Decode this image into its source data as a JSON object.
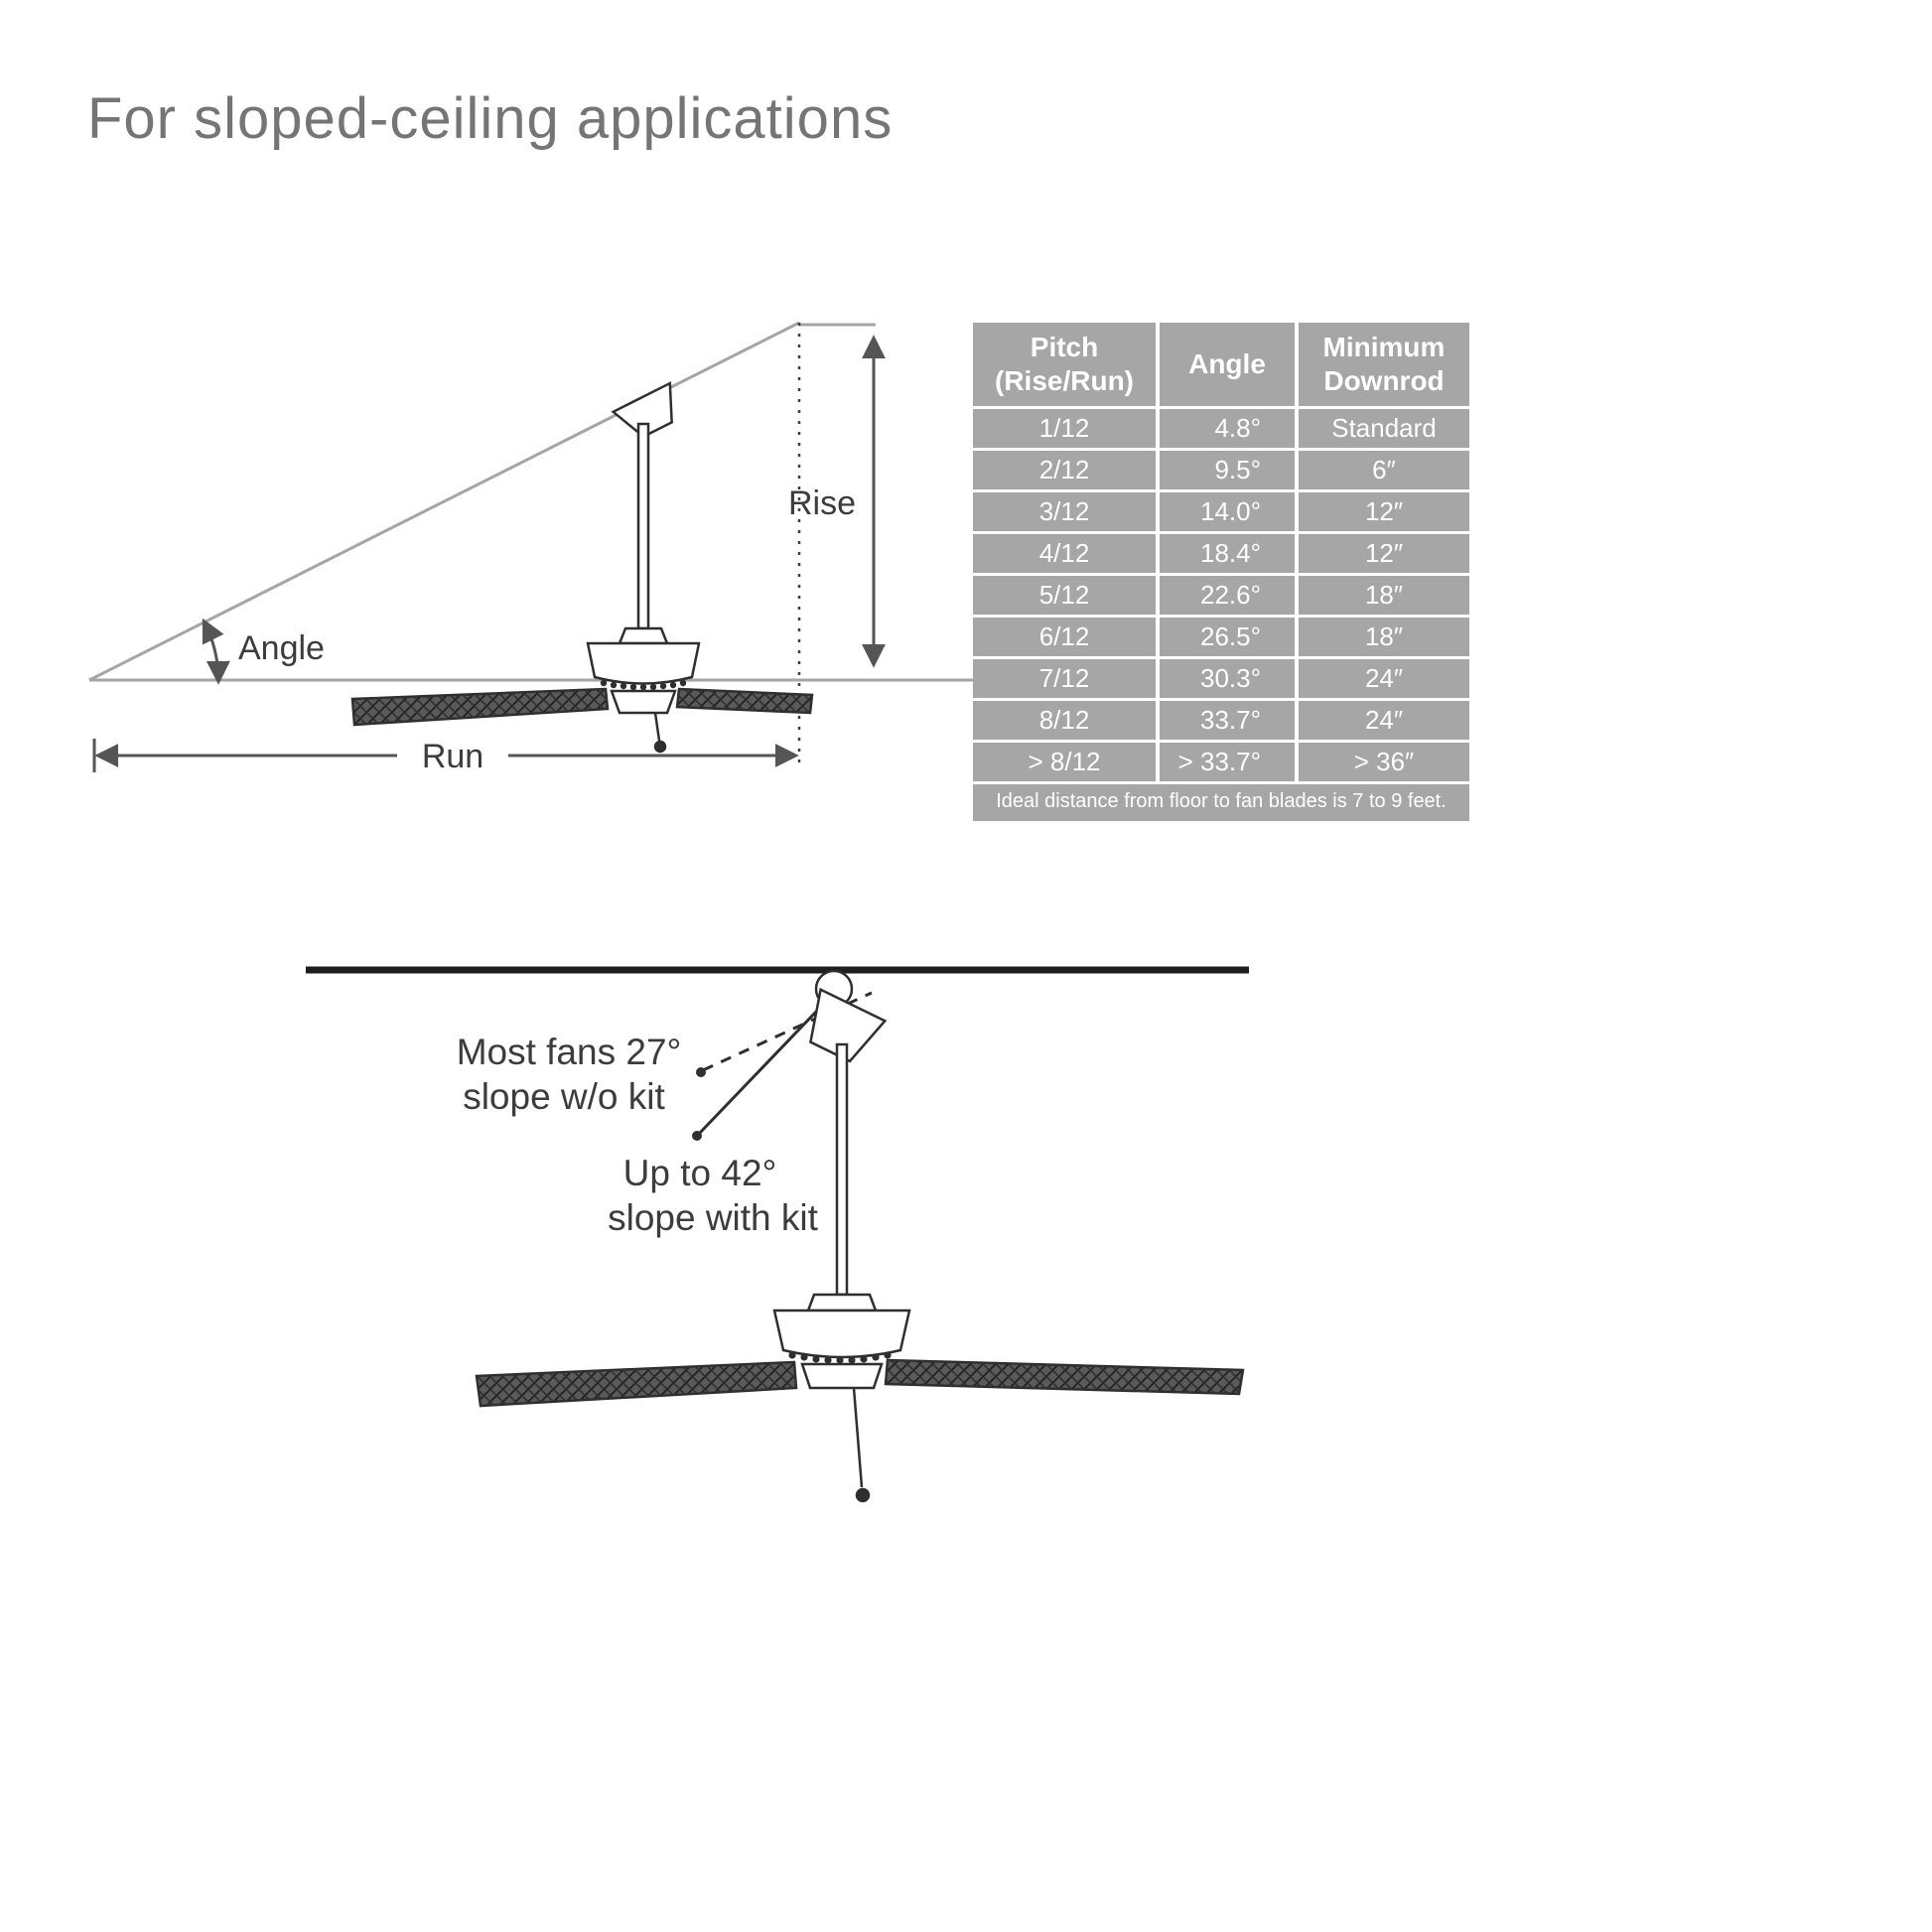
{
  "page": {
    "title": "For sloped-ceiling applications"
  },
  "top_diagram": {
    "rise_label": "Rise",
    "run_label": "Run",
    "angle_label": "Angle"
  },
  "table": {
    "header": {
      "pitch": "Pitch\n(Rise/Run)",
      "angle": "Angle",
      "downrod": "Minimum\nDownrod"
    },
    "rows": [
      {
        "pitch": "1/12",
        "angle": "4.8°",
        "downrod": "Standard"
      },
      {
        "pitch": "2/12",
        "angle": "9.5°",
        "downrod": "6″"
      },
      {
        "pitch": "3/12",
        "angle": "14.0°",
        "downrod": "12″"
      },
      {
        "pitch": "4/12",
        "angle": "18.4°",
        "downrod": "12″"
      },
      {
        "pitch": "5/12",
        "angle": "22.6°",
        "downrod": "18″"
      },
      {
        "pitch": "6/12",
        "angle": "26.5°",
        "downrod": "18″"
      },
      {
        "pitch": "7/12",
        "angle": "30.3°",
        "downrod": "24″"
      },
      {
        "pitch": "8/12",
        "angle": "33.7°",
        "downrod": "24″"
      },
      {
        "pitch": "> 8/12",
        "angle": "> 33.7°",
        "downrod": "> 36″"
      }
    ],
    "footer": "Ideal distance from floor to fan blades is 7 to 9 feet.",
    "colors": {
      "background": "#a6a6a6",
      "text": "#ffffff",
      "divider": "#ffffff"
    }
  },
  "bottom_diagram": {
    "no_kit_line1": "Most fans 27°",
    "no_kit_line2": "slope w/o kit",
    "kit_line1": "Up to 42°",
    "kit_line2": "slope with kit"
  }
}
